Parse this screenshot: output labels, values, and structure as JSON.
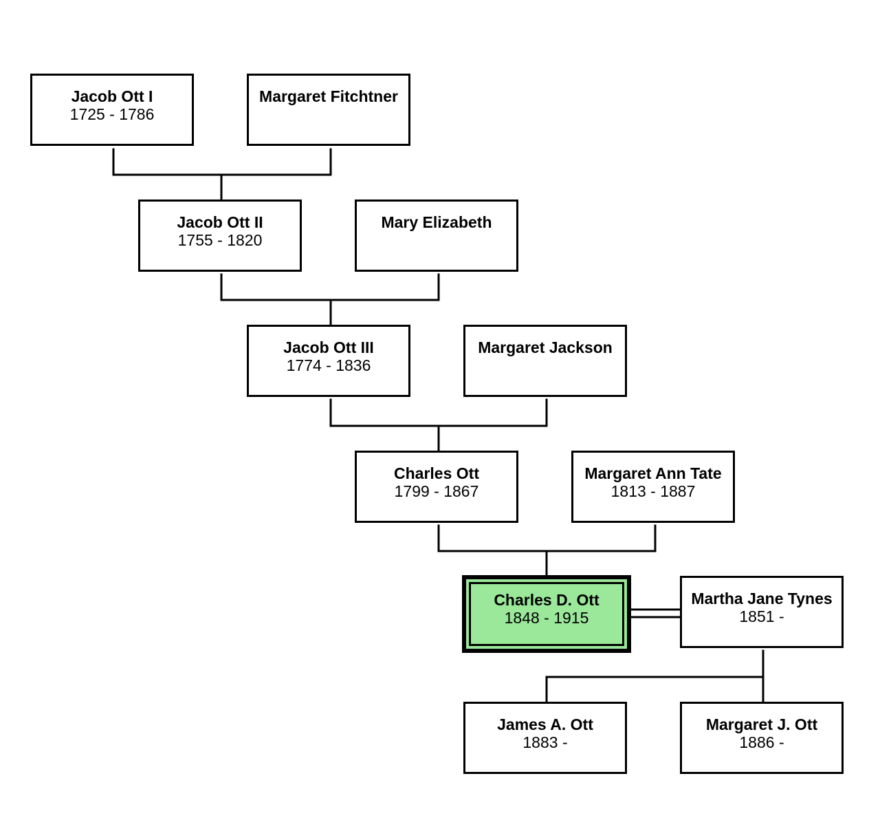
{
  "colors": {
    "line": "#000000",
    "box_fill": "#ffffff",
    "focus_fill": "#9be89b"
  },
  "people": {
    "jacob_ott_i": {
      "name": "Jacob Ott I",
      "dates": "1725 - 1786"
    },
    "margaret_fitchtner": {
      "name": "Margaret Fitchtner",
      "dates": ""
    },
    "jacob_ott_ii": {
      "name": "Jacob Ott II",
      "dates": "1755 - 1820"
    },
    "mary_elizabeth": {
      "name": "Mary Elizabeth",
      "dates": ""
    },
    "jacob_ott_iii": {
      "name": "Jacob Ott III",
      "dates": "1774 - 1836"
    },
    "margaret_jackson": {
      "name": "Margaret Jackson",
      "dates": ""
    },
    "charles_ott": {
      "name": "Charles Ott",
      "dates": "1799 - 1867"
    },
    "margaret_ann_tate": {
      "name": "Margaret Ann Tate",
      "dates": "1813 - 1887"
    },
    "charles_d_ott": {
      "name": "Charles D. Ott",
      "dates": "1848 - 1915"
    },
    "martha_jane_tynes": {
      "name": "Martha Jane Tynes",
      "dates": "1851 -"
    },
    "james_a_ott": {
      "name": "James A. Ott",
      "dates": "1883 -"
    },
    "margaret_j_ott": {
      "name": "Margaret J. Ott",
      "dates": "1886 -"
    }
  }
}
